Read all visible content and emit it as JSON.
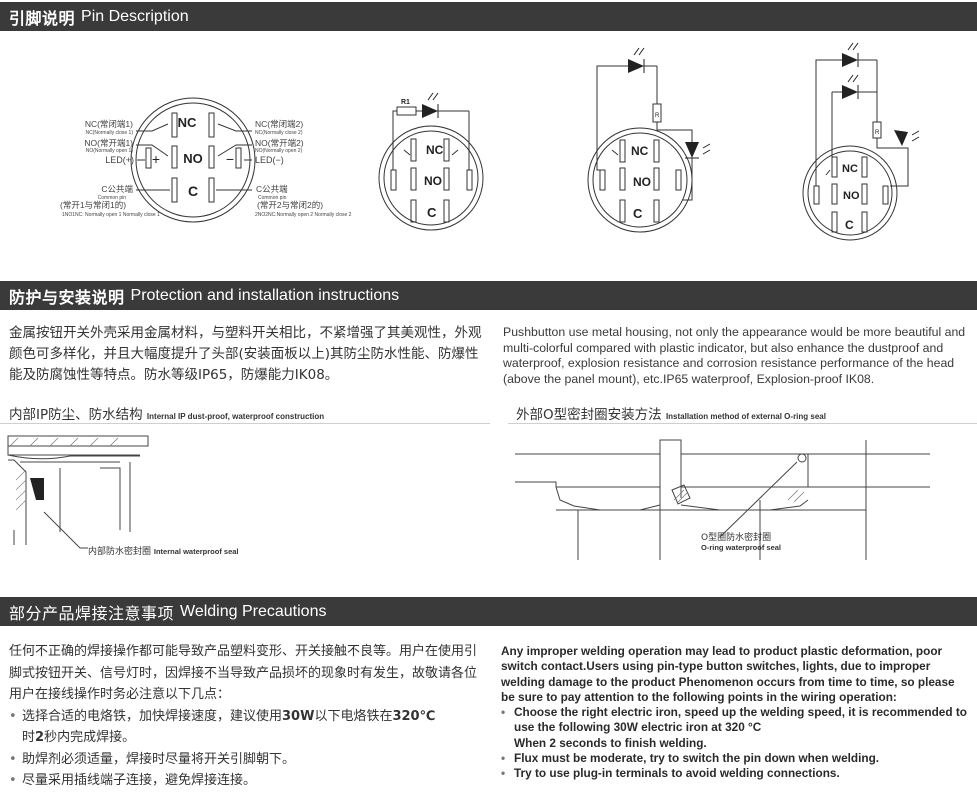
{
  "sections": {
    "pin": {
      "title_zh": "引脚说明",
      "title_en": "Pin Description"
    },
    "protect": {
      "title_zh": "防护与安装说明",
      "title_en": "Protection and installation instructions"
    },
    "weld": {
      "title_zh": "部分产品焊接注意事项",
      "title_en": "Welding Precautions"
    }
  },
  "pin_diagram": {
    "nc1_zh": "NC(常闭端1)",
    "nc1_en": "NC(Normally close 1)",
    "no1_zh": "NO(常开端1)",
    "no1_en": "NO(Normally open 1)",
    "led_plus": "LED(+)",
    "c_left_zh": "C公共端",
    "c_left_en": "Common pin",
    "c_left_note_zh": "(常开1与常闭1的)",
    "c_left_note_en": "1NO1NC: Normally open 1 Normally close 1",
    "nc2_zh": "NC(常闭端2)",
    "nc2_en": "NC(Normally close 2)",
    "no2_zh": "NO(常开端2)",
    "no2_en": "NO(Normally open 2)",
    "led_minus": "LED(−)",
    "c_right_zh": "C公共端",
    "c_right_en": "Common pin",
    "c_right_note_zh": "(常开2与常闭2的)",
    "c_right_note_en": "2NO2NC:Normally open 2 Normally close 2",
    "circle": {
      "nc": "NC",
      "no": "NO",
      "c": "C",
      "plus": "+",
      "minus": "−"
    },
    "r1": "R1",
    "r": "R"
  },
  "protection": {
    "zh": "金属按钮开关外壳采用金属材料，与塑料开关相比，不紧增强了其美观性，外观颜色可多样化，并且大幅度提升了头部(安装面板以上)其防尘防水性能、防爆性能及防腐蚀性等特点。防水等级IP65，防爆能力IK08。",
    "en": "Pushbutton use metal housing, not only the appearance would be more beautiful and multi-colorful  compared with plastic indicator, but also enhance the dustproof and waterproof, explosion resistance and corrosion resistance performance of  the  head (above the panel mount), etc.IP65 waterproof, Explosion-proof IK08.",
    "internal_title_zh": "内部IP防尘、防水结构",
    "internal_title_en": "Internal IP dust-proof, waterproof construction",
    "external_title_zh": "外部O型密封圈安装方法",
    "external_title_en": "Installation method of external O-ring seal",
    "internal_seal_zh": "内部防水密封圈",
    "internal_seal_en": "Internal waterproof seal",
    "oring_zh": "O型圈防水密封圈",
    "oring_en": "O-ring waterproof seal"
  },
  "welding": {
    "zh_intro": "任何不正确的焊接操作都可能导致产品塑料变形、开关接触不良等。用户在使用引脚式按钮开关、信号灯时，因焊接不当导致产品损坏的现象时有发生，故敬请各位用户在接线操作时务必注意以下几点：",
    "zh_b1_a": "选择合适的电烙铁，加快焊接速度，建议使用",
    "zh_b1_b": "30W",
    "zh_b1_c": "以下电烙铁在",
    "zh_b1_d": "320℃",
    "zh_b1_e": "时",
    "zh_b1_f": "2",
    "zh_b1_g": "秒内完成焊接。",
    "zh_b2": "助焊剂必须适量，焊接时尽量将开关引脚朝下。",
    "zh_b3": "尽量采用插线端子连接，避免焊接连接。",
    "en_intro": "Any improper welding operation may lead to product plastic deformation, poor switch contact.Users using pin-type button switches, lights, due to improper welding damage to the product Phenomenon occurs from time to time, so please be sure to pay attention to the following points in the wiring operation:",
    "en_b1": "Choose the right electric iron, speed up the welding speed, it is recommended to use the following 30W electric iron at 320 °C",
    "en_b1_cont": "When 2 seconds to finish welding.",
    "en_b2": "Flux must be moderate, try to switch the pin down when welding.",
    "en_b3": "Try to use plug-in terminals to avoid welding connections."
  }
}
